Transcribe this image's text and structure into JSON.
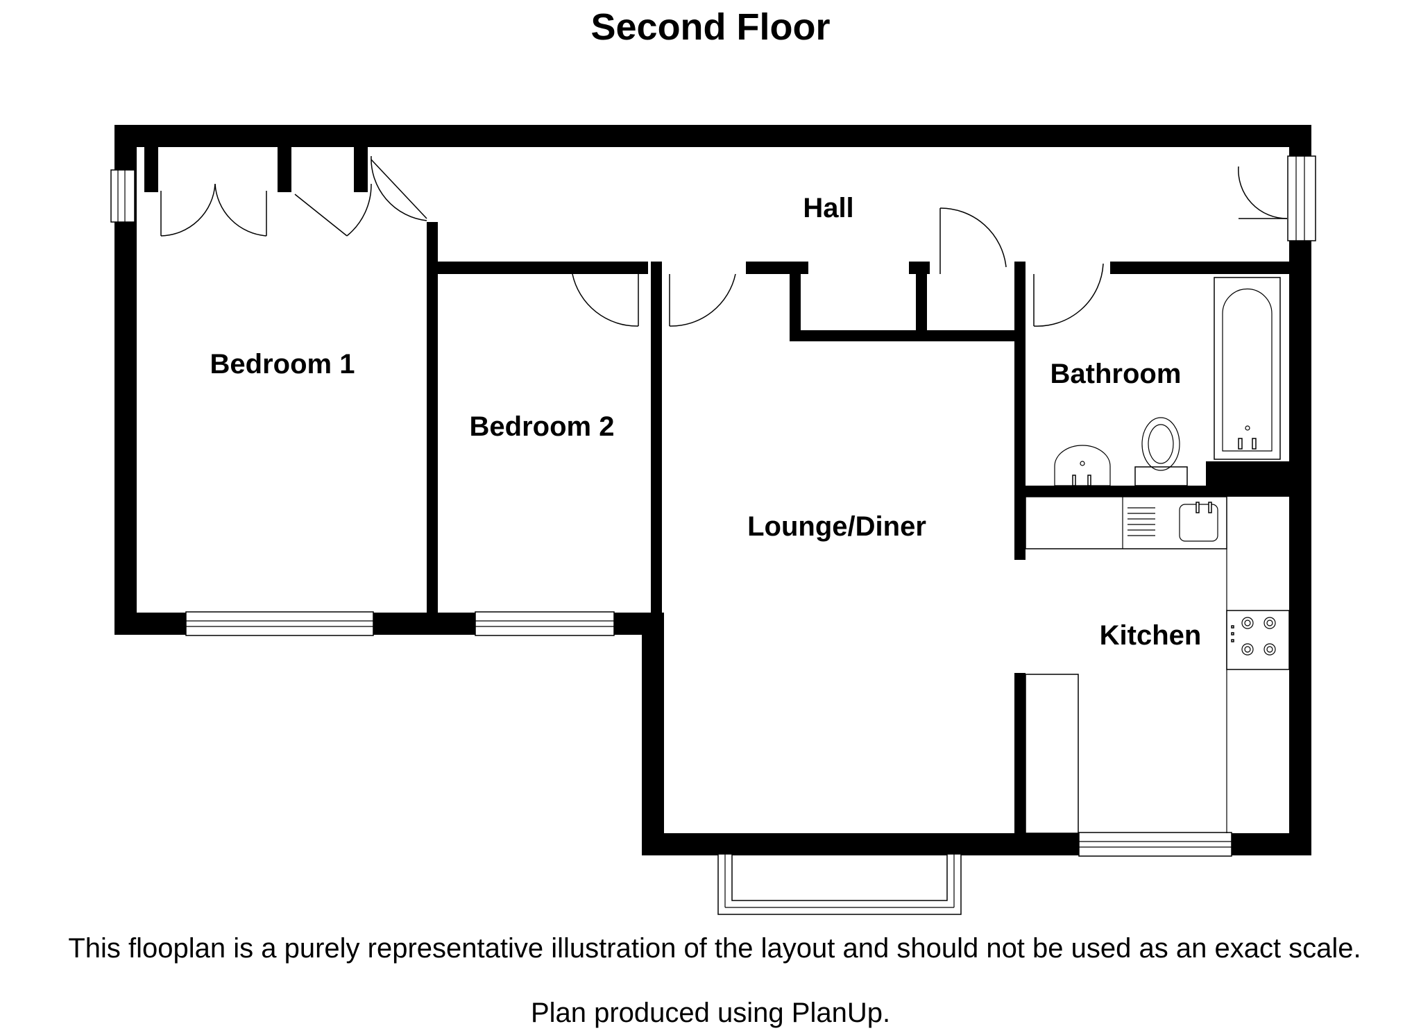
{
  "title": "Second Floor",
  "rooms": {
    "bedroom_1": "Bedroom 1",
    "bedroom_2": "Bedroom 2",
    "hall": "Hall",
    "lounge_diner": "Lounge/Diner",
    "bathroom": "Bathroom",
    "kitchen": "Kitchen"
  },
  "disclaimer": "This flooplan is a purely representative illustration of the layout and should not be used as an exact scale.",
  "credit": "Plan produced using PlanUp.",
  "colors": {
    "wall": "#000000",
    "background": "#ffffff"
  }
}
